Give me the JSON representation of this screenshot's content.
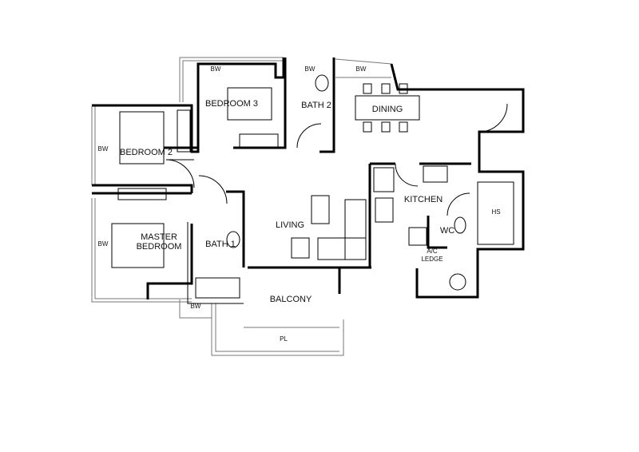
{
  "rooms": {
    "bedroom3": "BEDROOM 3",
    "bedroom2": "BEDROOM 2",
    "master_bedroom": "MASTER BEDROOM",
    "bath2": "BATH 2",
    "bath1": "BATH 1",
    "dining": "DINING",
    "kitchen": "KITCHEN",
    "living": "LIVING",
    "wc": "WC",
    "hs": "HS",
    "ac_ledge": "A/C LEDGE",
    "balcony": "BALCONY",
    "pl": "PL"
  },
  "bay_windows": {
    "bw_bedroom3": "BW",
    "bw_bath2": "BW",
    "bw_dining": "BW",
    "bw_bedroom2": "BW",
    "bw_master": "BW",
    "bw_bath1": "BW"
  }
}
